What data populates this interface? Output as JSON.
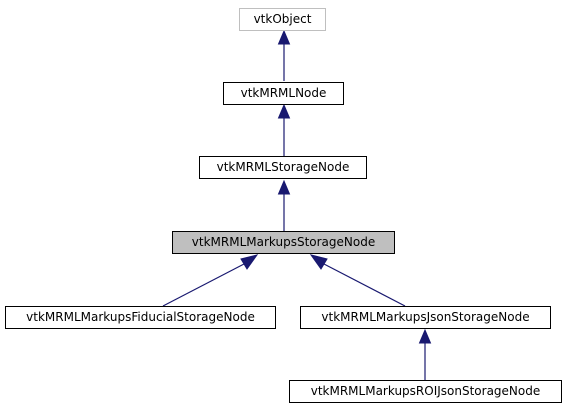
{
  "diagram": {
    "nodes": {
      "vtk_object": "vtkObject",
      "mrml_node": "vtkMRMLNode",
      "storage_node": "vtkMRMLStorageNode",
      "markups_storage_node": "vtkMRMLMarkupsStorageNode",
      "fiducial_storage_node": "vtkMRMLMarkupsFiducialStorageNode",
      "json_storage_node": "vtkMRMLMarkupsJsonStorageNode",
      "roi_json_storage_node": "vtkMRMLMarkupsROIJsonStorageNode"
    },
    "edge_color": "#191970",
    "current_node_fill": "#bfbfbf",
    "external_node_border": "#bfbfbf"
  }
}
